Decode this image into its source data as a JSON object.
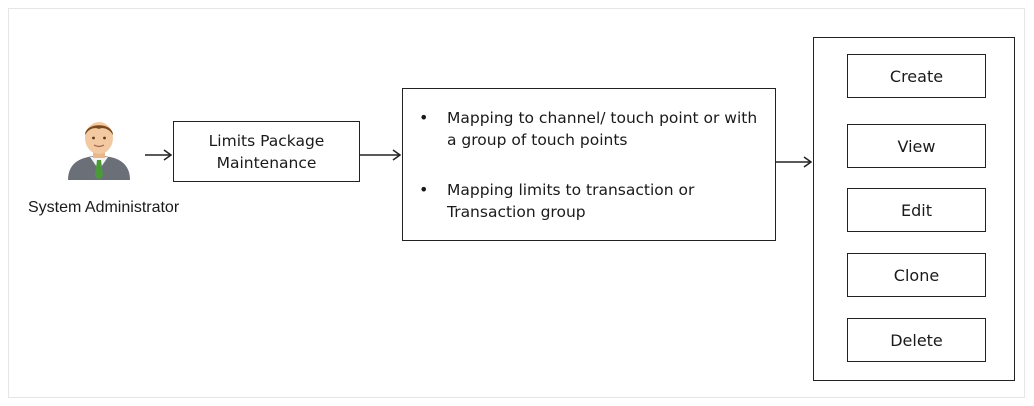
{
  "actor": {
    "label": "System Administrator",
    "icon": "user-avatar-icon"
  },
  "package_box": {
    "line1": "Limits Package",
    "line2": "Maintenance"
  },
  "mapping_box": {
    "bullets": [
      "Mapping to channel/ touch point or with a group of touch points",
      "Mapping limits to transaction or Transaction group"
    ],
    "bullet_symbol": "•"
  },
  "actions": [
    {
      "label": "Create"
    },
    {
      "label": "View"
    },
    {
      "label": "Edit"
    },
    {
      "label": "Clone"
    },
    {
      "label": "Delete"
    }
  ],
  "colors": {
    "stroke": "#222222",
    "frame": "#e6e6e6",
    "tie_green": "#4a9a3a",
    "skin": "#f2c9a0",
    "hair": "#7a4a1e",
    "suit": "#6b7078"
  }
}
